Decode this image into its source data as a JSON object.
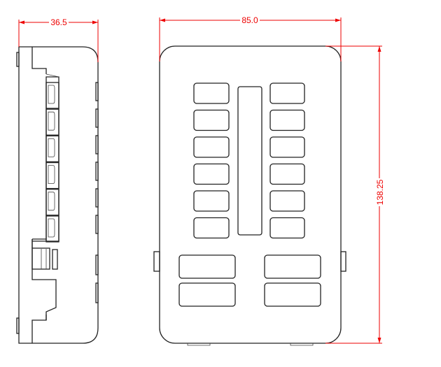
{
  "dimensions": {
    "side_width": "36.5",
    "front_width": "85.0",
    "front_height": "138.25"
  },
  "colors": {
    "dimension": "#ee0000",
    "outline": "#222222"
  }
}
